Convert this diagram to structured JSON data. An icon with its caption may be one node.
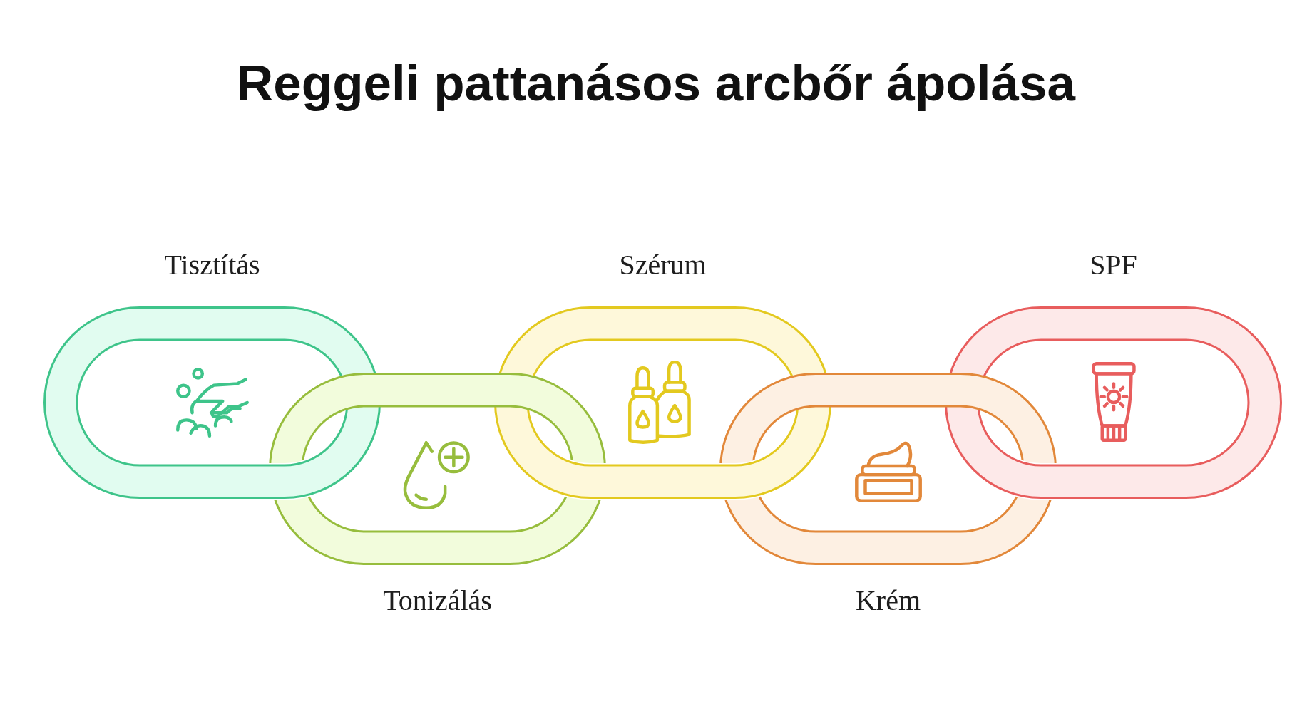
{
  "diagram": {
    "title": "Reggeli pattanásos arcbőr ápolása",
    "nodes": [
      {
        "text": [
          "Tisztítás"
        ]
      },
      {
        "text": [
          "Tonizálás"
        ]
      },
      {
        "text": [
          "Szérum"
        ]
      },
      {
        "text": [
          "Krém"
        ]
      },
      {
        "text": [
          "SPF"
        ]
      }
    ]
  }
}
